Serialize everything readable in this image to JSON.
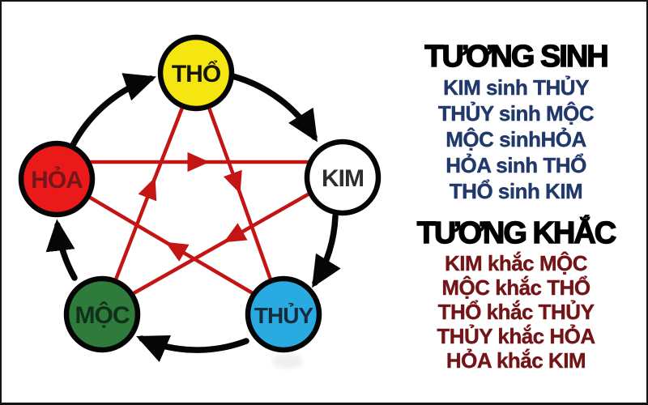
{
  "diagram": {
    "nodes": [
      {
        "id": "tho",
        "label": "THỔ",
        "fill": "#F5E612",
        "text_color": "#161600"
      },
      {
        "id": "kim",
        "label": "KIM",
        "fill": "#FFFFFF",
        "text_color": "#2E2E2E"
      },
      {
        "id": "thuy",
        "label": "THỦY",
        "fill": "#29ABE2",
        "text_color": "#142C3C"
      },
      {
        "id": "moc",
        "label": "MỘC",
        "fill": "#2E7B3C",
        "text_color": "#10301C"
      },
      {
        "id": "hoa",
        "label": "HỎA",
        "fill": "#EB1A1A",
        "text_color": "#77151A"
      }
    ],
    "sinh_arrow_color": "#060606",
    "khac_arrow_color": "#C41515"
  },
  "legend": {
    "sinh": {
      "title": "TƯƠNG SINH",
      "title_color": "#000000",
      "item_color": "#20386B",
      "items": [
        "KIM sinh THỦY",
        "THỦY sinh MỘC",
        "MỘC sinhHỎA",
        "HỎA sinh THỔ",
        "THỔ sinh KIM"
      ]
    },
    "khac": {
      "title": "TƯƠNG KHẮC",
      "title_color": "#000000",
      "item_color": "#731417",
      "items": [
        "KIM khắc MỘC",
        "MỘC khắc THỔ",
        "THỔ khắc THỦY",
        "THỦY khắc HỎA",
        "HỎA khắc KIM"
      ]
    }
  }
}
